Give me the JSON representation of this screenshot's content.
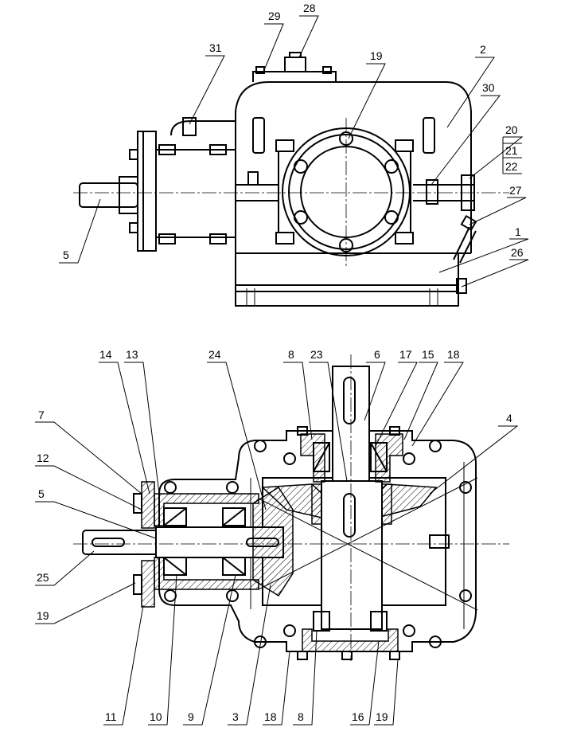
{
  "top_view": {
    "callouts": [
      {
        "id": "c29",
        "text": "29"
      },
      {
        "id": "c28",
        "text": "28"
      },
      {
        "id": "c31",
        "text": "31"
      },
      {
        "id": "c19t",
        "text": "19"
      },
      {
        "id": "c2",
        "text": "2"
      },
      {
        "id": "c30",
        "text": "30"
      },
      {
        "id": "c20",
        "text": "20"
      },
      {
        "id": "c21",
        "text": "21"
      },
      {
        "id": "c22",
        "text": "22"
      },
      {
        "id": "c27",
        "text": "27"
      },
      {
        "id": "c1",
        "text": "1"
      },
      {
        "id": "c26",
        "text": "26"
      },
      {
        "id": "c5t",
        "text": "5"
      }
    ]
  },
  "section_view": {
    "callouts": [
      {
        "id": "c14",
        "text": "14"
      },
      {
        "id": "c13",
        "text": "13"
      },
      {
        "id": "c24",
        "text": "24"
      },
      {
        "id": "c8a",
        "text": "8"
      },
      {
        "id": "c23",
        "text": "23"
      },
      {
        "id": "c6",
        "text": "6"
      },
      {
        "id": "c17",
        "text": "17"
      },
      {
        "id": "c15",
        "text": "15"
      },
      {
        "id": "c18a",
        "text": "18"
      },
      {
        "id": "c7",
        "text": "7"
      },
      {
        "id": "c4",
        "text": "4"
      },
      {
        "id": "c12",
        "text": "12"
      },
      {
        "id": "c5b",
        "text": "5"
      },
      {
        "id": "c25",
        "text": "25"
      },
      {
        "id": "c19b",
        "text": "19"
      },
      {
        "id": "c11",
        "text": "11"
      },
      {
        "id": "c10",
        "text": "10"
      },
      {
        "id": "c9",
        "text": "9"
      },
      {
        "id": "c3",
        "text": "3"
      },
      {
        "id": "c18b",
        "text": "18"
      },
      {
        "id": "c8b",
        "text": "8"
      },
      {
        "id": "c16",
        "text": "16"
      },
      {
        "id": "c19c",
        "text": "19"
      }
    ]
  }
}
